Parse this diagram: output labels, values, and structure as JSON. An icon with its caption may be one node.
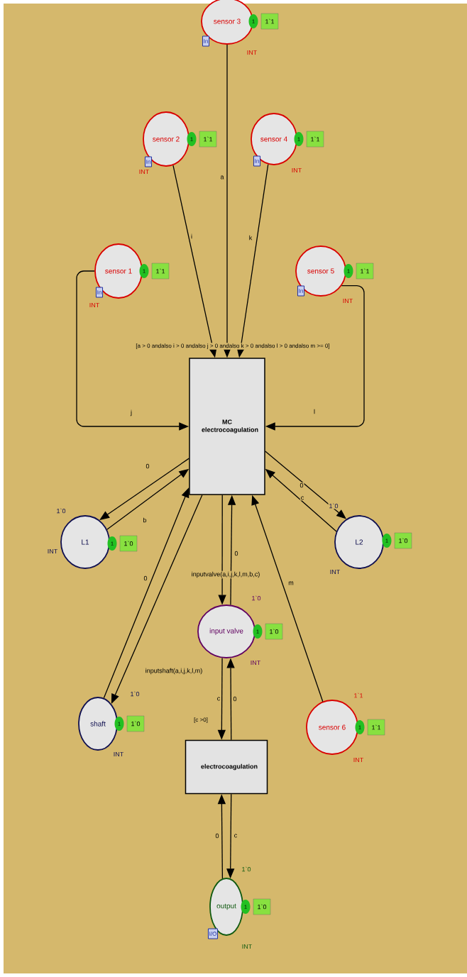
{
  "diagram": {
    "nodes": [
      {
        "text": [
          "sensor 3"
        ],
        "beside": [
          "INT"
        ]
      },
      {
        "text": [
          "In"
        ]
      },
      {
        "text": [
          "1"
        ]
      },
      {
        "text": [
          "1`1"
        ]
      },
      {
        "text": [
          "sensor 2"
        ],
        "beside": [
          "INT"
        ]
      },
      {
        "text": [
          "In"
        ]
      },
      {
        "text": [
          "1"
        ]
      },
      {
        "text": [
          "1`1"
        ]
      },
      {
        "text": [
          "sensor 4"
        ],
        "beside": [
          "INT"
        ]
      },
      {
        "text": [
          "In"
        ]
      },
      {
        "text": [
          "1"
        ]
      },
      {
        "text": [
          "1`1"
        ]
      },
      {
        "text": [
          "sensor 1"
        ],
        "beside": [
          "INT"
        ]
      },
      {
        "text": [
          "In"
        ]
      },
      {
        "text": [
          "1"
        ]
      },
      {
        "text": [
          "1`1"
        ]
      },
      {
        "text": [
          "sensor 5"
        ],
        "beside": [
          "INT"
        ]
      },
      {
        "text": [
          "In"
        ]
      },
      {
        "text": [
          "1"
        ]
      },
      {
        "text": [
          "1`1"
        ]
      },
      {
        "text": [
          "MC electrocoagulation"
        ],
        "beside": [
          "[a > 0 andalso i > 0 andalso j > 0 andalso k > 0 andalso l > 0 andalso m >= 0]"
        ]
      },
      {
        "text": [
          "L1"
        ],
        "beside": [
          "1`0",
          "INT"
        ]
      },
      {
        "text": [
          "1"
        ]
      },
      {
        "text": [
          "1`0"
        ]
      },
      {
        "text": [
          "L2"
        ],
        "beside": [
          "1`0",
          "INT"
        ]
      },
      {
        "text": [
          "1"
        ]
      },
      {
        "text": [
          "1`0"
        ]
      },
      {
        "text": [
          "input valve"
        ],
        "beside": [
          "1`0",
          "INT"
        ]
      },
      {
        "text": [
          "1"
        ]
      },
      {
        "text": [
          "1`0"
        ]
      },
      {
        "text": [
          "shaft"
        ],
        "beside": [
          "1`0",
          "INT"
        ]
      },
      {
        "text": [
          "1"
        ]
      },
      {
        "text": [
          "1`0"
        ]
      },
      {
        "text": [
          "sensor 6"
        ],
        "beside": [
          "1`1",
          "INT"
        ]
      },
      {
        "text": [
          "1"
        ]
      },
      {
        "text": [
          "1`1"
        ]
      },
      {
        "text": [
          "electrocoagulation"
        ],
        "beside": [
          "[c >0]"
        ]
      },
      {
        "text": [
          "output"
        ],
        "beside": [
          "1`0",
          "INT"
        ]
      },
      {
        "text": [
          "I/O"
        ]
      },
      {
        "text": [
          "1"
        ]
      },
      {
        "text": [
          "1`0"
        ]
      }
    ],
    "edges": [
      {
        "from": 0,
        "to": 20,
        "arrow": "to",
        "label": "a"
      },
      {
        "from": 4,
        "to": 20,
        "arrow": "to",
        "label": "i"
      },
      {
        "from": 8,
        "to": 20,
        "arrow": "to",
        "label": "k"
      },
      {
        "from": 12,
        "to": 20,
        "arrow": "to",
        "label": "j"
      },
      {
        "from": 16,
        "to": 20,
        "arrow": "to",
        "label": "l"
      },
      {
        "from": 20,
        "to": 21,
        "arrow": "to",
        "label": "0"
      },
      {
        "from": 21,
        "to": 20,
        "arrow": "to",
        "label": "b"
      },
      {
        "from": 20,
        "to": 24,
        "arrow": "to",
        "label": "0"
      },
      {
        "from": 24,
        "to": 20,
        "arrow": "to",
        "label": "c"
      },
      {
        "from": 20,
        "to": 30,
        "arrow": "to",
        "label": "inputshaft(a,i,j,k,l,m)"
      },
      {
        "from": 30,
        "to": 20,
        "arrow": "to",
        "label": "0"
      },
      {
        "from": 20,
        "to": 27,
        "arrow": "to",
        "label": "inputvalve(a,i,j,k,l,m,b,c)"
      },
      {
        "from": 27,
        "to": 20,
        "arrow": "to",
        "label": "0"
      },
      {
        "from": 33,
        "to": 20,
        "arrow": "to",
        "label": "m"
      },
      {
        "from": 27,
        "to": 36,
        "arrow": "to",
        "label": "c"
      },
      {
        "from": 36,
        "to": 27,
        "arrow": "to",
        "label": "0"
      },
      {
        "from": 37,
        "to": 36,
        "arrow": "to",
        "label": "0"
      },
      {
        "from": 36,
        "to": 37,
        "arrow": "to",
        "label": "c"
      }
    ]
  }
}
